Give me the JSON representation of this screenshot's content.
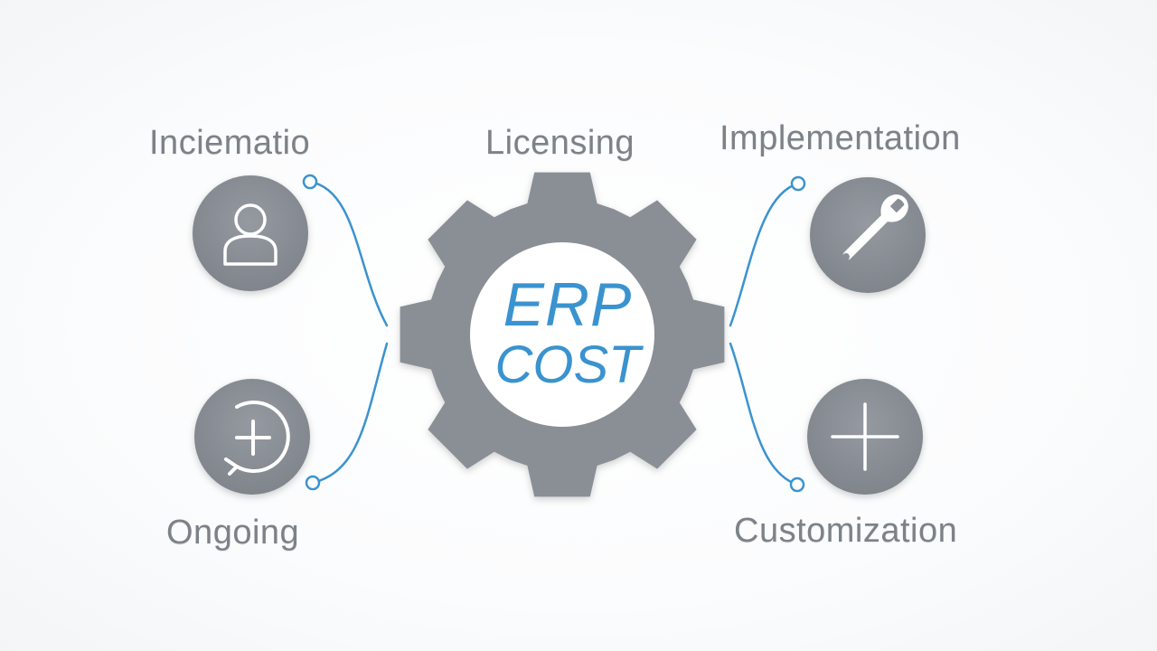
{
  "diagram": {
    "center": {
      "line1": "ERP",
      "line2": "COST"
    },
    "nodes": {
      "top_left": {
        "label": "Inciematio",
        "icon": "person-icon"
      },
      "top_center": {
        "label": "Licensing"
      },
      "top_right": {
        "label": "Implementation",
        "icon": "wrench-icon"
      },
      "bottom_left": {
        "label": "Ongoing",
        "icon": "refresh-plus-icon"
      },
      "bottom_right": {
        "label": "Customization",
        "icon": "plus-icon"
      }
    },
    "colors": {
      "gear": "#8a8f96",
      "icon_circle": "#8a8f96",
      "accent": "#3a93cf",
      "connector": "#3a93cf",
      "label": "#7c8288"
    }
  }
}
